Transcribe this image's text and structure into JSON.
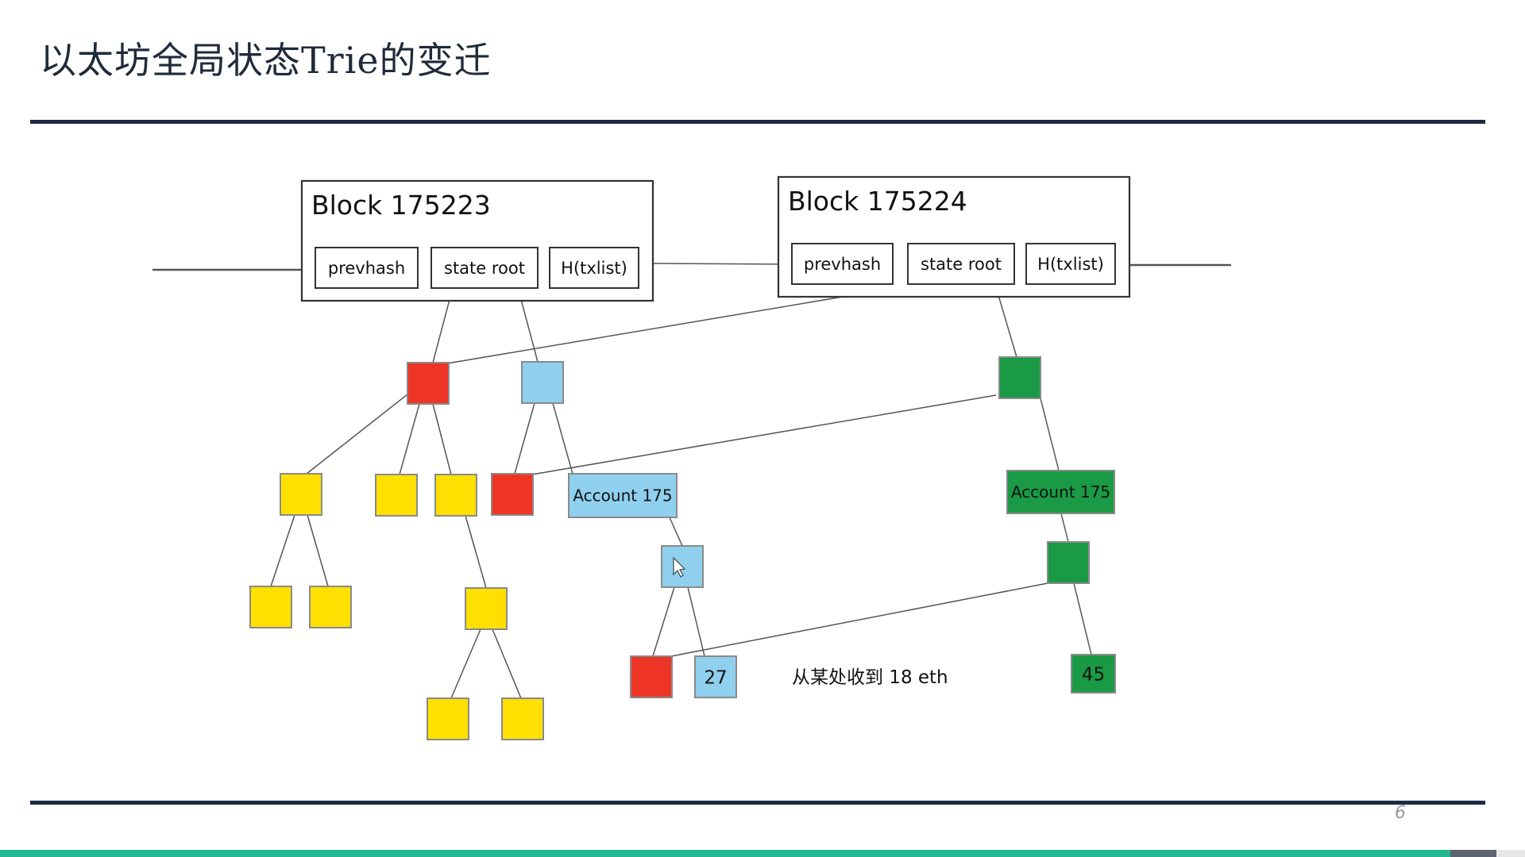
{
  "title": "以太坊全局状态Trie的变迁",
  "page_number": "6",
  "progress_fraction": 0.966,
  "colors": {
    "rule": "#1c2a44",
    "red": "#ee3424",
    "light_blue": "#8fd0ee",
    "yellow": "#ffe000",
    "green": "#1a9a45",
    "progress": "#23b890"
  },
  "blocks": [
    {
      "id": "block1",
      "title": "Block 175223",
      "fields": [
        "prevhash",
        "state root",
        "H(txlist)"
      ]
    },
    {
      "id": "block2",
      "title": "Block 175224",
      "fields": [
        "prevhash",
        "state root",
        "H(txlist)"
      ]
    }
  ],
  "nodes": [
    {
      "id": "r1",
      "color": "red",
      "label": ""
    },
    {
      "id": "b1",
      "color": "light_blue",
      "label": ""
    },
    {
      "id": "y1",
      "color": "yellow",
      "label": ""
    },
    {
      "id": "y2",
      "color": "yellow",
      "label": ""
    },
    {
      "id": "y3",
      "color": "yellow",
      "label": ""
    },
    {
      "id": "r2",
      "color": "red",
      "label": ""
    },
    {
      "id": "acc1",
      "color": "light_blue",
      "label": "Account 175"
    },
    {
      "id": "y4",
      "color": "yellow",
      "label": ""
    },
    {
      "id": "y5",
      "color": "yellow",
      "label": ""
    },
    {
      "id": "y6",
      "color": "yellow",
      "label": ""
    },
    {
      "id": "b2",
      "color": "light_blue",
      "label": ""
    },
    {
      "id": "y7",
      "color": "yellow",
      "label": ""
    },
    {
      "id": "y8",
      "color": "yellow",
      "label": ""
    },
    {
      "id": "r3",
      "color": "red",
      "label": ""
    },
    {
      "id": "v27",
      "color": "light_blue",
      "label": "27"
    },
    {
      "id": "g1",
      "color": "green",
      "label": ""
    },
    {
      "id": "acc2",
      "color": "green",
      "label": "Account 175"
    },
    {
      "id": "g2",
      "color": "green",
      "label": ""
    },
    {
      "id": "v45",
      "color": "green",
      "label": "45"
    }
  ],
  "annotation": "从某处收到 18 eth"
}
